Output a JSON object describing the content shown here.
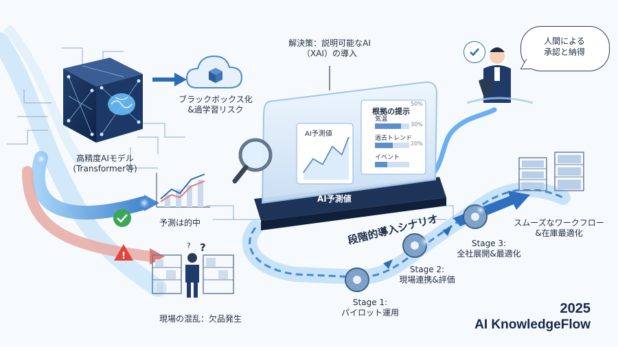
{
  "model": {
    "line1": "高精度AIモデル",
    "line2": "(Transformer等)"
  },
  "blackbox": {
    "line1": "ブラックボックス化",
    "line2": "&過学習リスク"
  },
  "xai": {
    "line1": "解決策：説明可能なAI",
    "line2": "（XAI）の導入"
  },
  "dashboard": {
    "chart_label": "AI予測値",
    "basis_title": "根拠の提示",
    "factors": [
      {
        "label": "気温",
        "pct": "50%"
      },
      {
        "label": "過去トレンド",
        "pct": "30%"
      },
      {
        "label": "イベント",
        "pct": "20%"
      }
    ],
    "base_label": "AI予測値"
  },
  "human": {
    "bubble_line1": "人間による",
    "bubble_line2": "承認と納得"
  },
  "forecast_ok": "予測は的中",
  "chaos": "現場の混乱：欠品発生",
  "scenario_title": "段階的導入シナリオ",
  "stages": [
    {
      "title": "Stage 1:",
      "desc": "パイロット運用"
    },
    {
      "title": "Stage 2:",
      "desc": "現場連携&評価"
    },
    {
      "title": "Stage 3:",
      "desc": "全社展開&最適化"
    }
  ],
  "workflow": {
    "line1": "スムーズなワークフロー",
    "line2": "&在庫最適化"
  },
  "brand": {
    "year": "2025",
    "name": "AI KnowledgeFlow"
  },
  "colors": {
    "accent": "#2d6bb5",
    "dark": "#15274a",
    "glow": "#6fb6ee",
    "ok": "#3aa757",
    "warn": "#e0453a"
  },
  "icons": [
    "neural-cube-icon",
    "brain-icon",
    "cloud-cube-icon",
    "magnifier-icon",
    "check-icon",
    "warning-icon",
    "gear-icon",
    "shelf-icon",
    "tablet-icon",
    "person-icon"
  ]
}
